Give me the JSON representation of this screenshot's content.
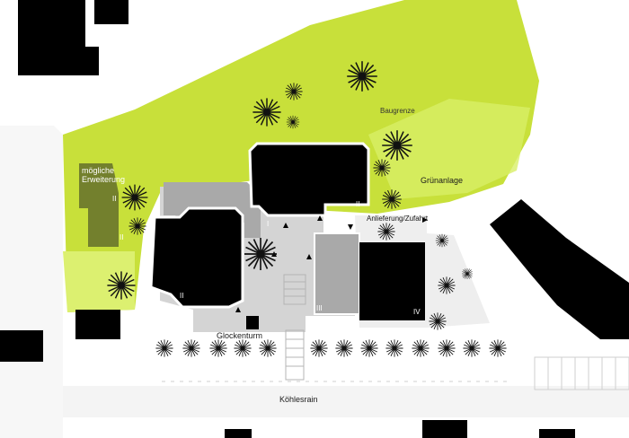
{
  "labels": {
    "moegliche_erweiterung": "mögliche\nErweiterung",
    "baugrenze": "Baugrenze",
    "gruenanlage": "Grünanlage",
    "anlieferung": "Anlieferung/Zufahrt",
    "glockenturm": "Glockenturm",
    "koehlesrain": "Köhlesrain"
  },
  "building_numerals": {
    "north": "II",
    "west": "II",
    "center": "I",
    "south": "III",
    "east": "IV",
    "ext_a": "II",
    "ext_b": "II"
  },
  "colors": {
    "park_green": "#c8e03a",
    "park_light": "#dcf070",
    "building_black": "#000000",
    "building_grey": "#a9a9a9",
    "paving_grey": "#d4d4d4",
    "extension_olive": "#6f7a2c"
  },
  "icons": [
    "tree-icon",
    "arrow-icon"
  ]
}
